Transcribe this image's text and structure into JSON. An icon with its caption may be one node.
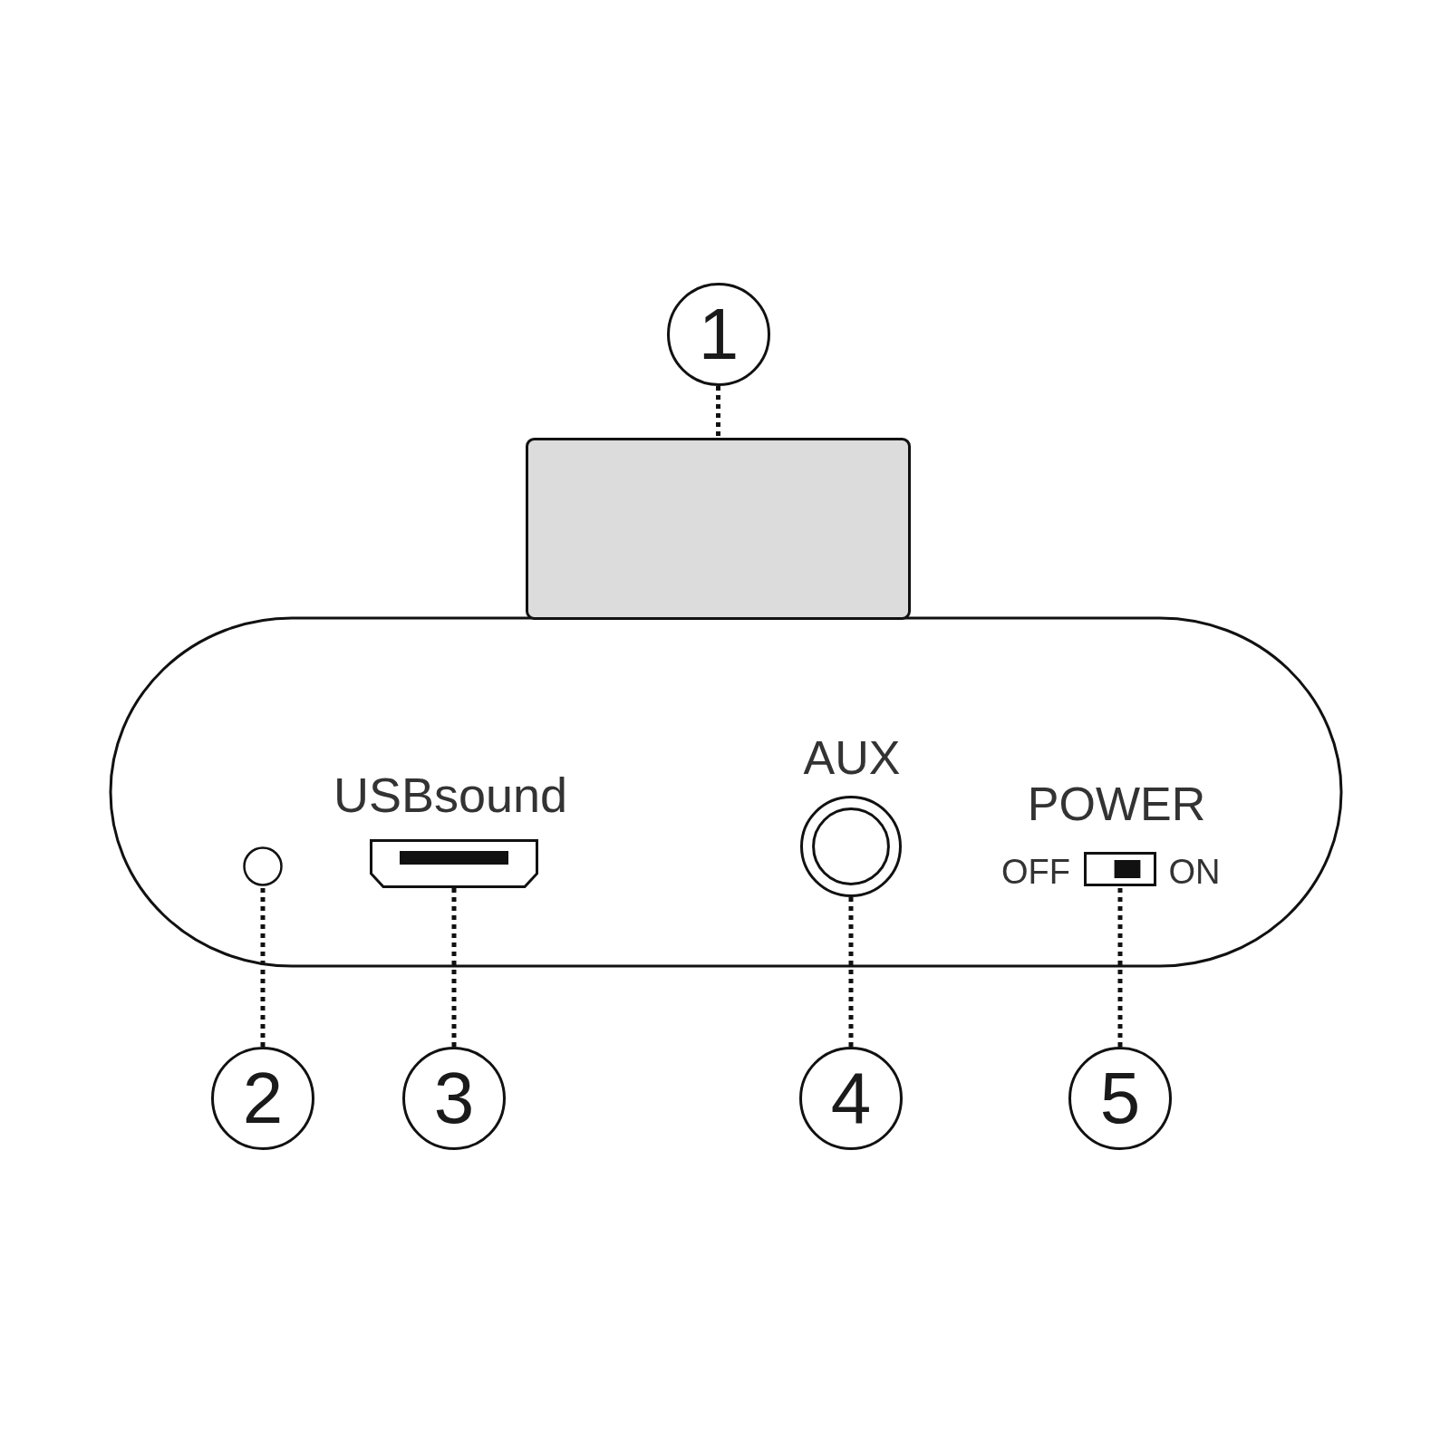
{
  "diagram": {
    "nodes": [
      {
        "text": [
          "1"
        ]
      },
      {
        "text": [],
        "shape": "box"
      },
      {
        "text": [],
        "shape": "circle"
      },
      {
        "text": [],
        "shape": "box",
        "beside": [
          "USBsound"
        ]
      },
      {
        "text": [],
        "shape": "circle",
        "beside": [
          "AUX"
        ]
      },
      {
        "text": [],
        "shape": "box",
        "beside": [
          "POWER",
          "OFF",
          "ON"
        ]
      },
      {
        "text": [
          "2"
        ]
      },
      {
        "text": [
          "3"
        ]
      },
      {
        "text": [
          "4"
        ]
      },
      {
        "text": [
          "5"
        ]
      }
    ],
    "edges": [
      {
        "from": 0,
        "to": 1,
        "arrow": "none",
        "style": "dashed"
      },
      {
        "from": 6,
        "to": 2,
        "arrow": "none",
        "style": "dashed"
      },
      {
        "from": 7,
        "to": 3,
        "arrow": "none",
        "style": "dashed"
      },
      {
        "from": 8,
        "to": 4,
        "arrow": "none",
        "style": "dashed"
      },
      {
        "from": 9,
        "to": 5,
        "arrow": "none",
        "style": "dashed"
      }
    ]
  }
}
